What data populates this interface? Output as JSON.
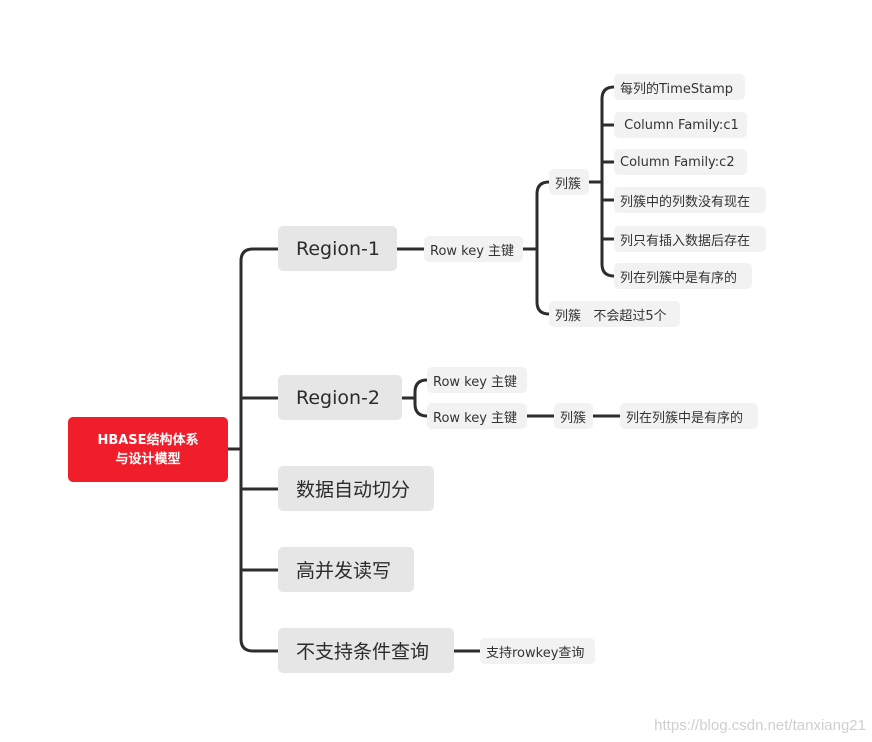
{
  "root": {
    "line1": "HBASE结构体系",
    "line2": "与设计模型"
  },
  "branches": {
    "region1": "Region-1",
    "region2": "Region-2",
    "autosplit": "数据自动切分",
    "concurrency": "高并发读写",
    "no_condition_query": "不支持条件查询"
  },
  "region1": {
    "rowkey": "Row key 主键",
    "family": "列簇",
    "family_limit": "列簇   不会超过5个",
    "family_children": [
      "每列的TimeStamp",
      " Column Family:c1",
      "Column Family:c2",
      "列簇中的列数没有现在",
      "列只有插入数据后存在",
      "列在列簇中是有序的"
    ]
  },
  "region2": {
    "rowkey_a": "Row key 主键",
    "rowkey_b": "Row key 主键",
    "family": "列簇",
    "family_child": "列在列簇中是有序的"
  },
  "query": {
    "alt": "支持rowkey查询"
  },
  "watermark": "https://blog.csdn.net/tanxiang21"
}
